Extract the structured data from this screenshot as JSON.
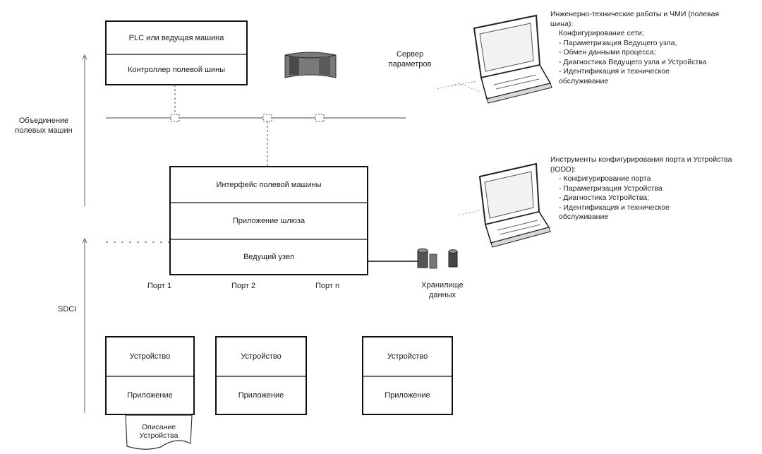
{
  "top_controller": {
    "plc_label": "PLC или ведущая машина",
    "fieldbus_controller_label": "Контроллер полевой шины"
  },
  "parameter_server": {
    "label_line1": "Сервер",
    "label_line2": "параметров"
  },
  "engineering_panel": {
    "title": "Инженерно-технические работы и ЧМИ (полевая шина):",
    "items": [
      "Конфигурирование сети;",
      "- Параметризация Ведущего узла,",
      "- Обмен данными процесса;",
      "- Диагностика Ведущего узла и Устройства",
      "- Идентификация и техническое обслуживание"
    ]
  },
  "port_tools_panel": {
    "title": "Инструменты конфигурирования порта и Устройства (IODD):",
    "items": [
      "- Конфигурирование порта",
      "- Параметризация Устройства",
      "- Диагностика Устройства;",
      "- Идентификация и техническое обслуживание"
    ]
  },
  "left_labels": {
    "fieldbus_union": "Объединение полевых машин",
    "sdci": "SDCI"
  },
  "gateway": {
    "interface_label": "Интерфейс полевой машины",
    "application_label": "Приложение шлюза",
    "master_label": "Ведущий узел"
  },
  "ports": {
    "port1": "Порт 1",
    "port2": "Порт 2",
    "portn": "Порт n"
  },
  "data_storage": {
    "label_line1": "Хранилище",
    "label_line2": "данных"
  },
  "devices": [
    {
      "device_label": "Устройство",
      "app_label": "Приложение"
    },
    {
      "device_label": "Устройство",
      "app_label": "Приложение"
    },
    {
      "device_label": "Устройство",
      "app_label": "Приложение"
    }
  ],
  "device_description": {
    "line1": "Описание",
    "line2": "Устройства"
  }
}
